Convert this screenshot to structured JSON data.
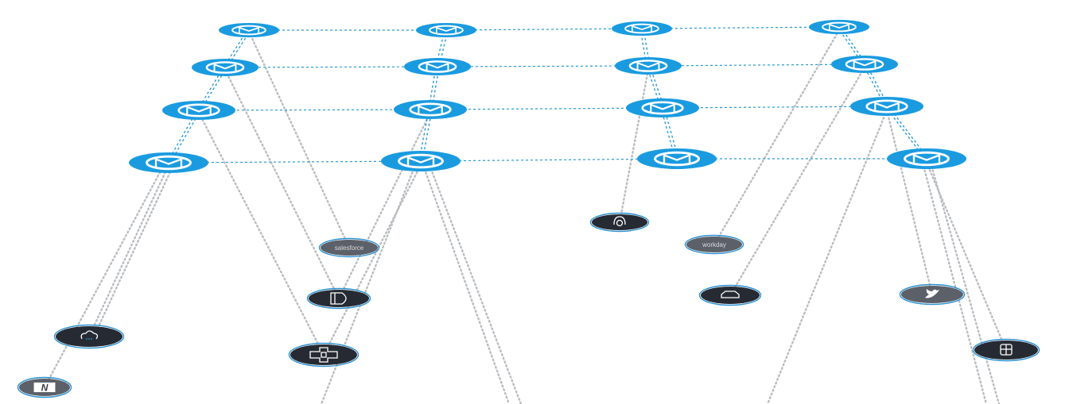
{
  "colors": {
    "mule_blue": "#1a9be0",
    "mule_ring": "#ffffff",
    "dark_node": "#262b33",
    "gray_node": "#5c6068",
    "dark_ring": "#2a8fd0",
    "blue_line": "#2a9ad8",
    "gray_line": "#b9bcc0",
    "background": "#ffffff"
  },
  "mule_node_icon": "mulesoft-m-logo-icon",
  "endpoints": [
    {
      "id": "salesforce",
      "icon": "salesforce-cloud-icon",
      "label": "salesforce",
      "style": "gray"
    },
    {
      "id": "dark-diamond-logo",
      "icon": "database-d-icon",
      "label": "",
      "style": "dark"
    },
    {
      "id": "medical-cross",
      "icon": "medical-cross-icon",
      "label": "",
      "style": "dark"
    },
    {
      "id": "cloud-dots",
      "icon": "cloud-icon",
      "label": "",
      "style": "dark"
    },
    {
      "id": "netsuite",
      "icon": "netsuite-n-icon",
      "label": "N",
      "style": "gray"
    },
    {
      "id": "headset",
      "icon": "headset-icon",
      "label": "",
      "style": "dark"
    },
    {
      "id": "workday",
      "icon": "workday-icon",
      "label": "workday",
      "style": "gray"
    },
    {
      "id": "car",
      "icon": "car-icon",
      "label": "",
      "style": "dark"
    },
    {
      "id": "twitter",
      "icon": "twitter-bird-icon",
      "label": "",
      "style": "gray"
    },
    {
      "id": "server",
      "icon": "server-icon",
      "label": "",
      "style": "dark"
    }
  ]
}
